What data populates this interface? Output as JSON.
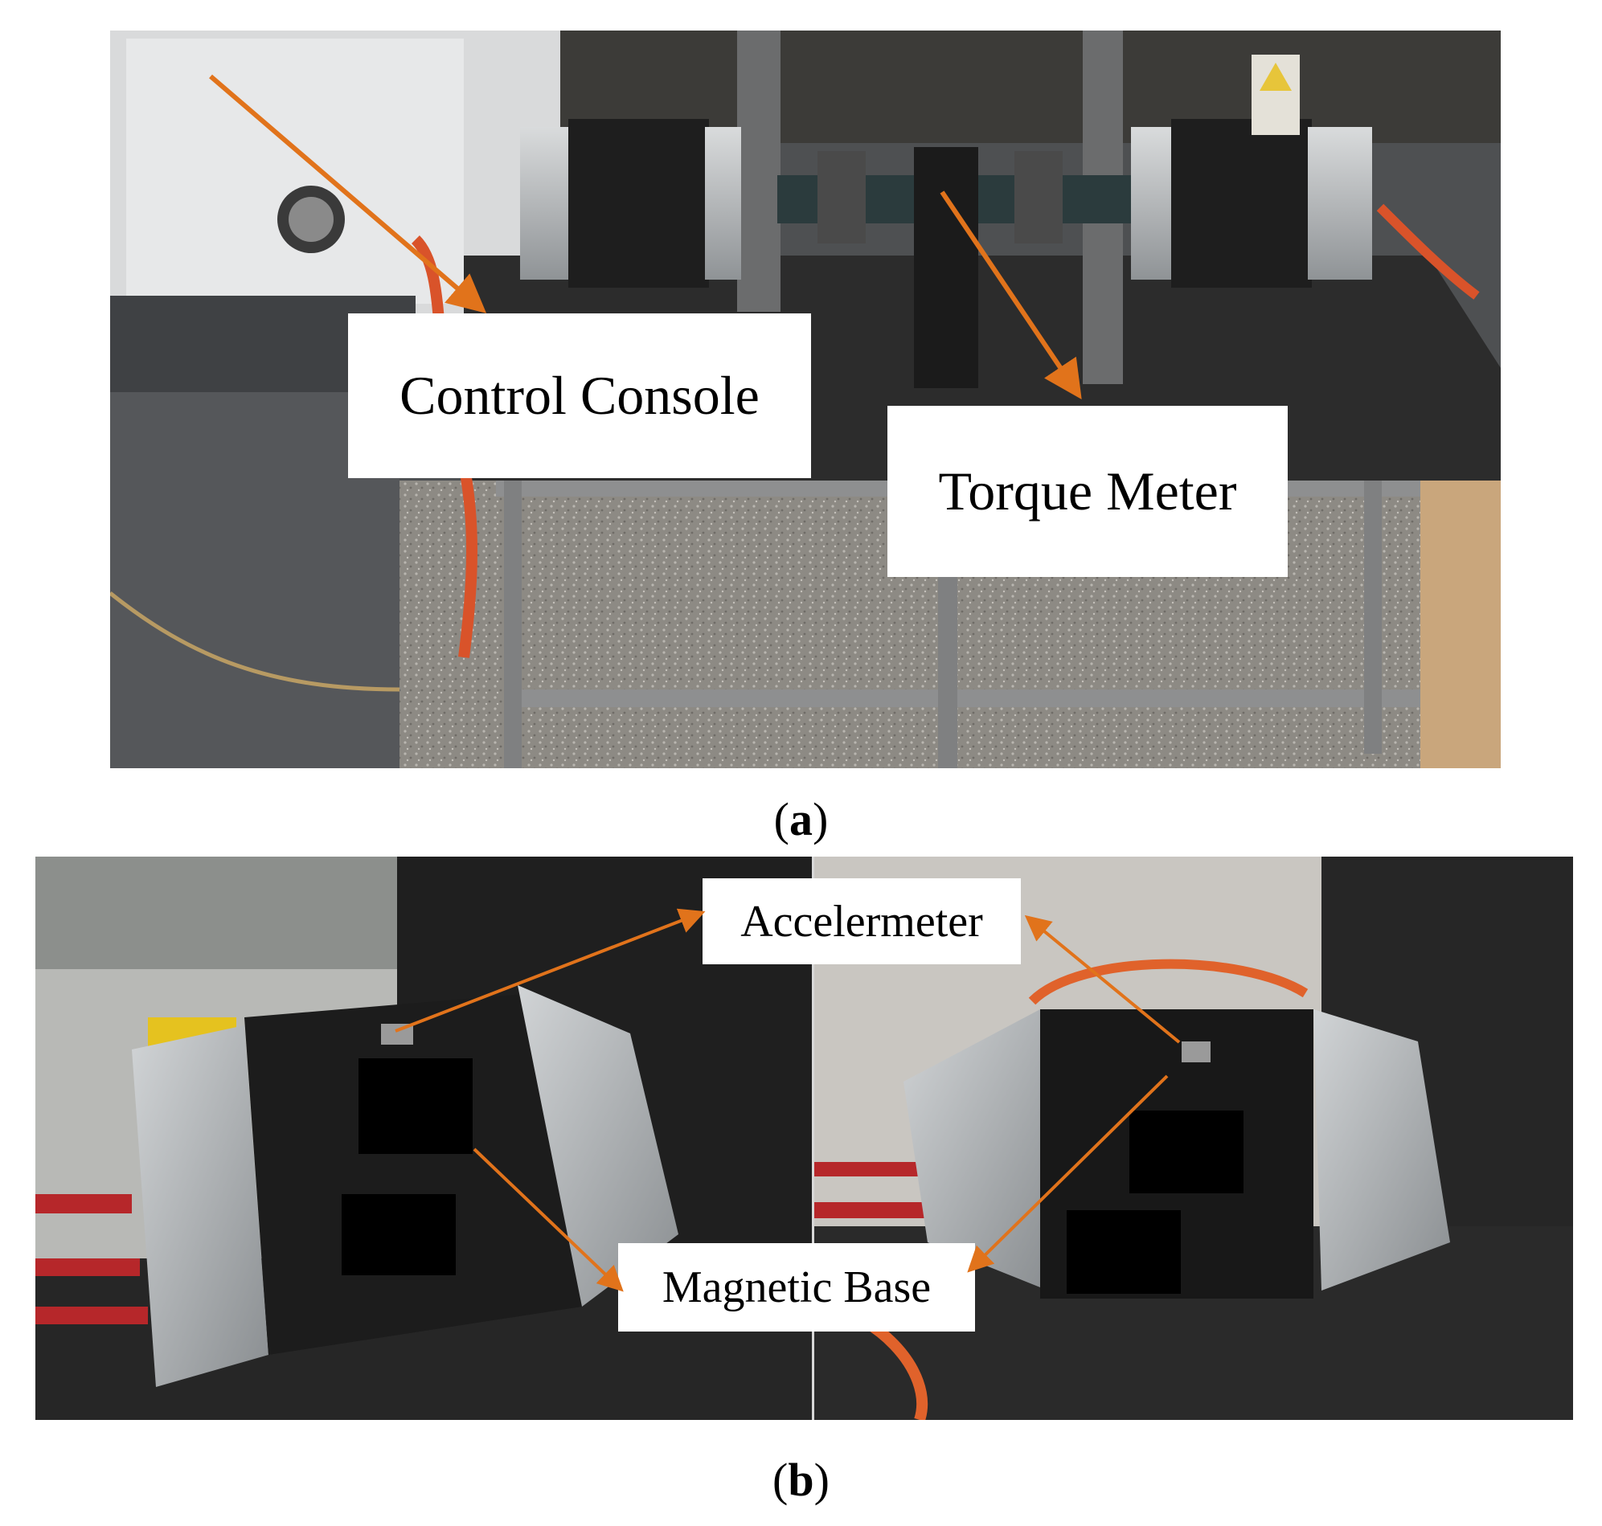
{
  "figure": {
    "panel_a": {
      "caption_letter": "a",
      "labels": {
        "control_console": "Control Console",
        "torque_meter": "Torque Meter"
      }
    },
    "panel_b": {
      "caption_letter": "b",
      "labels": {
        "accelerometer": "Accelermeter",
        "magnetic_base": "Magnetic Base"
      }
    }
  },
  "colors": {
    "arrow": "#e1731b",
    "label_background": "#ffffff",
    "redaction": "#000000"
  }
}
